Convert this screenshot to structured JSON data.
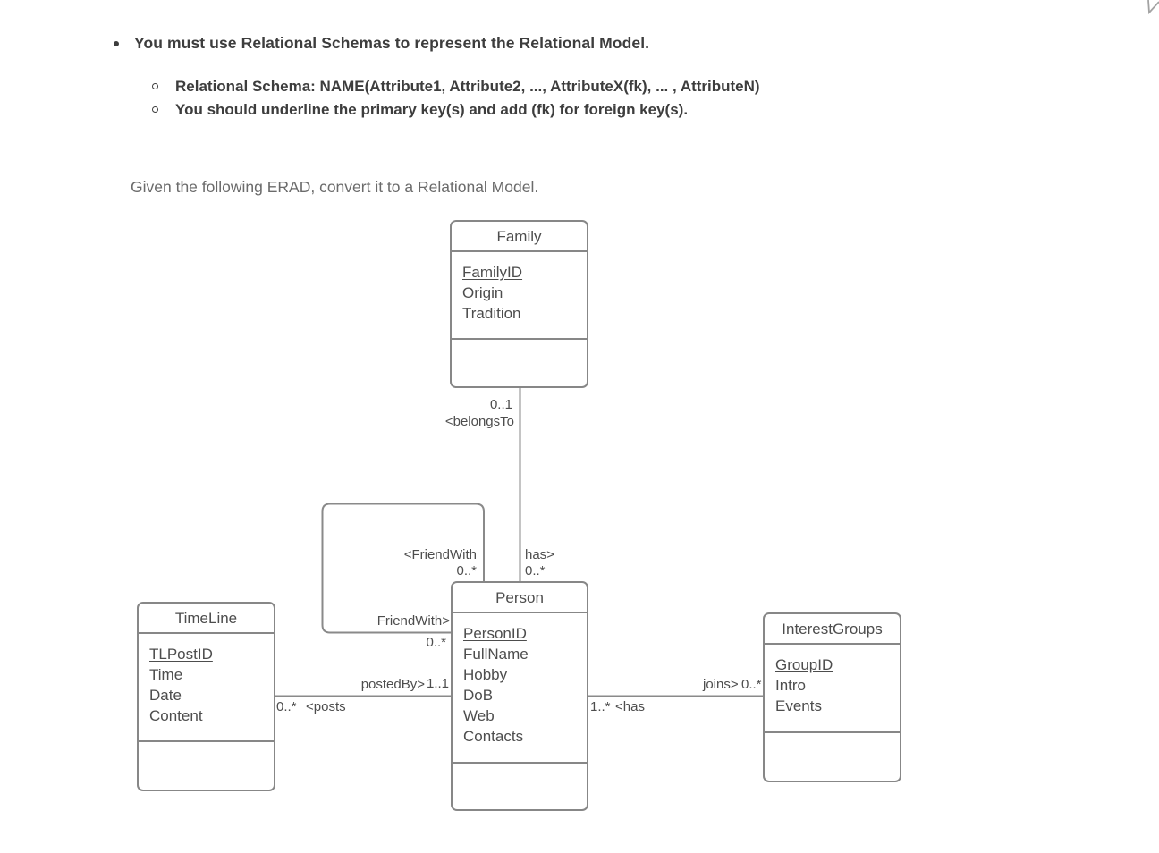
{
  "instructions": {
    "main_bullet": "You must use Relational Schemas to represent the Relational Model.",
    "sub_bullets": [
      "Relational Schema: NAME(Attribute1, Attribute2, ..., AttributeX(fk), ... , AttributeN)",
      "You should underline the primary key(s) and add (fk) for foreign key(s)."
    ],
    "prompt": "Given the following ERAD, convert it to a Relational Model."
  },
  "diagram": {
    "type": "er-class-diagram",
    "entities": {
      "family": {
        "title": "Family",
        "attributes": [
          {
            "text": "FamilyID",
            "pk": true
          },
          {
            "text": "Origin",
            "pk": false
          },
          {
            "text": "Tradition",
            "pk": false
          }
        ]
      },
      "person": {
        "title": "Person",
        "attributes": [
          {
            "text": "PersonID",
            "pk": true
          },
          {
            "text": "FullName",
            "pk": false
          },
          {
            "text": "Hobby",
            "pk": false
          },
          {
            "text": "DoB",
            "pk": false
          },
          {
            "text": "Web",
            "pk": false
          },
          {
            "text": "Contacts",
            "pk": false
          }
        ]
      },
      "timeline": {
        "title": "TimeLine",
        "attributes": [
          {
            "text": "TLPostID",
            "pk": true
          },
          {
            "text": "Time",
            "pk": false
          },
          {
            "text": "Date",
            "pk": false
          },
          {
            "text": "Content",
            "pk": false
          }
        ]
      },
      "interestgroups": {
        "title": "InterestGroups",
        "attributes": [
          {
            "text": "GroupID",
            "pk": true
          },
          {
            "text": "Intro",
            "pk": false
          },
          {
            "text": "Events",
            "pk": false
          }
        ]
      }
    },
    "relationships": {
      "belongsTo": {
        "family_multiplicity": "0..1",
        "family_side_label": "<belongsTo",
        "person_side_label": "has>",
        "person_multiplicity": "0..*"
      },
      "friendWith": {
        "top_label": "<FriendWith",
        "top_multiplicity": "0..*",
        "bottom_label": "FriendWith>",
        "bottom_multiplicity": "0..*"
      },
      "posts": {
        "timeline_multiplicity": "0..*",
        "timeline_side_label": "<posts",
        "person_side_label": "postedBy>",
        "person_multiplicity": "1..1"
      },
      "joins": {
        "person_multiplicity": "1..*",
        "person_side_label": "<has",
        "group_side_label": "joins>",
        "group_multiplicity": "0..*"
      }
    },
    "colors": {
      "line": "#8a8a8a",
      "border": "#878787",
      "entity_text": "#4d4d4d",
      "instruction_text": "#3d3d3d",
      "prompt_text": "#6b6b6b"
    }
  }
}
